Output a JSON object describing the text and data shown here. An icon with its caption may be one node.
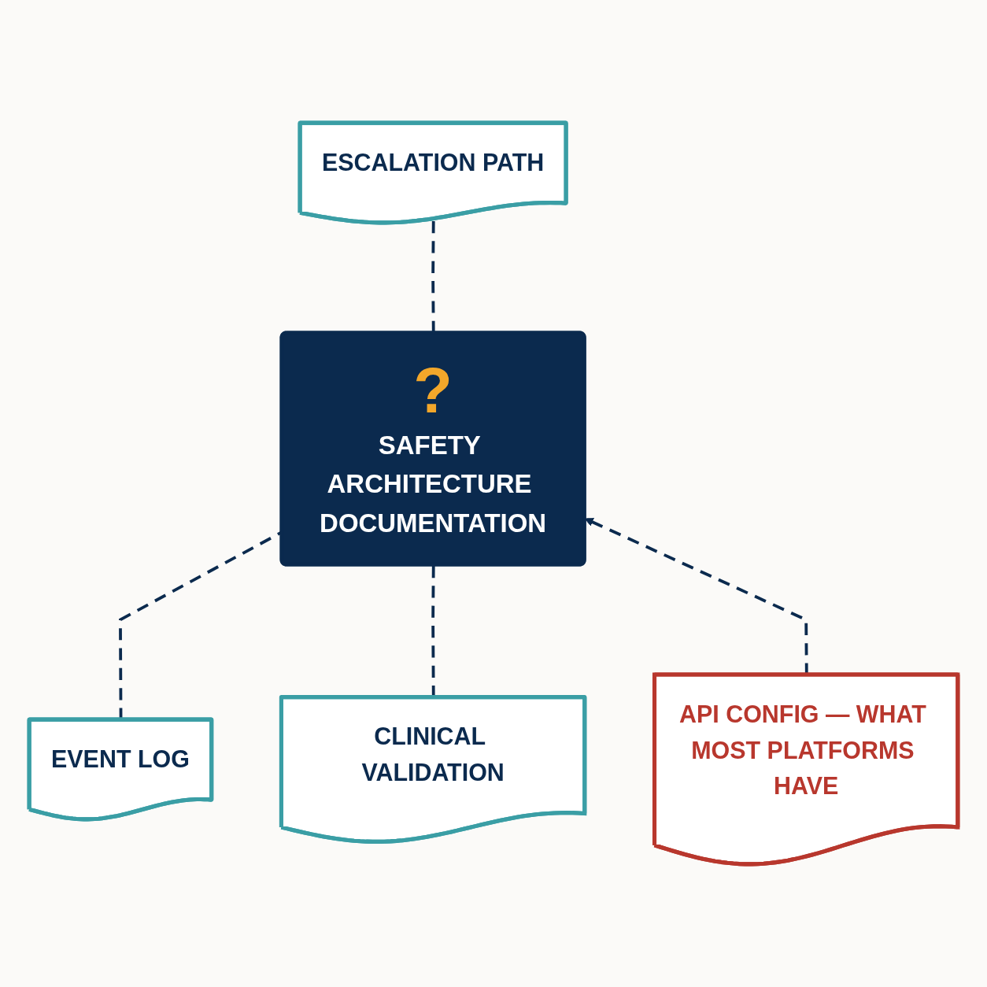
{
  "diagram": {
    "nodes": [
      {
        "text": [
          "ESCALATION PATH"
        ]
      },
      {
        "text": [
          "EVENT LOG"
        ]
      },
      {
        "text": [
          "CLINICAL VALIDATION"
        ]
      },
      {
        "text": [
          "?",
          "SAFETY ARCHITECTURE DOCUMENTATION"
        ]
      },
      {
        "text": [
          "API CONFIG — WHAT MOST PLATFORMS HAVE"
        ]
      }
    ],
    "edges": [
      {
        "from": 3,
        "to": 0,
        "arrow": "none",
        "style": "dashed"
      },
      {
        "from": 1,
        "to": 3,
        "arrow": "none",
        "style": "dashed"
      },
      {
        "from": 2,
        "to": 3,
        "arrow": "none",
        "style": "dashed"
      },
      {
        "from": 4,
        "to": 3,
        "arrow": "to",
        "style": "dashed"
      }
    ]
  }
}
